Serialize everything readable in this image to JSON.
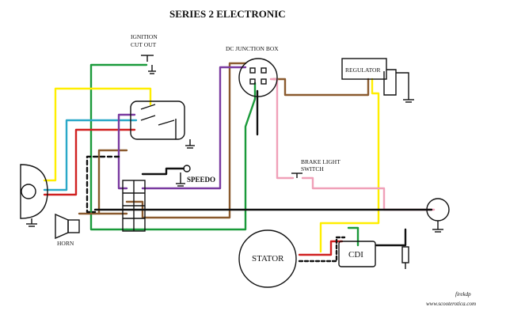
{
  "diagram": {
    "title": "SERIES 2 ELECTRONIC",
    "labels": {
      "ignition_cut_out_line1": "IGNITION",
      "ignition_cut_out_line2": "CUT OUT",
      "dc_junction_box": "DC JUNCTION BOX",
      "regulator": "REGULATOR",
      "brake_light_switch_line1": "BRAKE LIGHT",
      "brake_light_switch_line2": "SWITCH",
      "speedo": "SPEEDO",
      "horn": "HORN",
      "stator": "STATOR",
      "cdi": "CDI"
    },
    "credits": {
      "author": "firekdp",
      "website": "www.scooterotica.com"
    },
    "wire_colors": {
      "green": "#1a9a3a",
      "yellow": "#ffee00",
      "blue": "#2aa8c8",
      "red": "#d02020",
      "brown": "#8a5a2e",
      "purple": "#7a3aa0",
      "pink": "#f0a0b8",
      "black": "#111111",
      "white": "#ffffff"
    }
  }
}
